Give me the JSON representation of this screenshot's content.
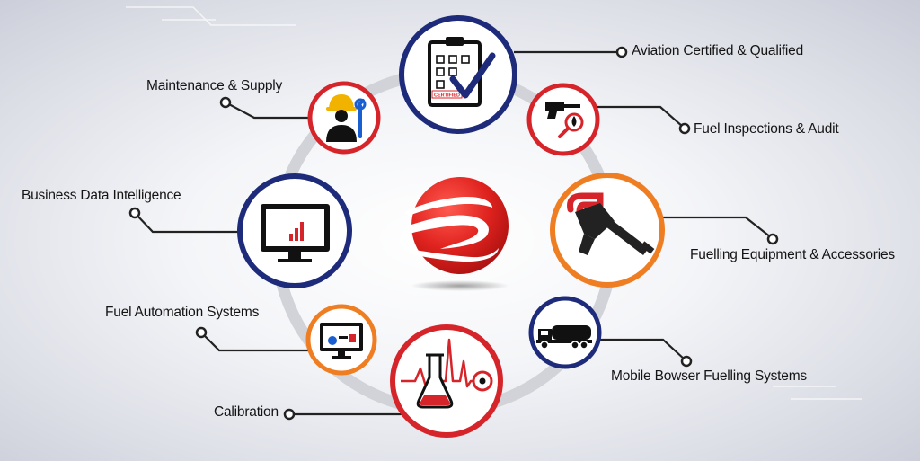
{
  "diagram": {
    "labels": {
      "aviation": "Aviation Certified & Qualified",
      "maintenance": "Maintenance & Supply",
      "inspections": "Fuel Inspections & Audit",
      "business": "Business Data Intelligence",
      "equipment": "Fuelling Equipment & Accessories",
      "automation": "Fuel Automation Systems",
      "bowser": "Mobile Bowser Fuelling Systems",
      "calibration": "Calibration"
    },
    "certified_text": "CERTIFIED",
    "colors": {
      "navy": "#1d2b7a",
      "red": "#d6252a",
      "orange": "#ef7d22",
      "ring": "#d2d3d8",
      "connector": "#222222"
    },
    "icons": {
      "center": "logo-s",
      "aviation": "clipboard-check-icon",
      "maintenance": "worker-wrench-icon",
      "inspections": "fuel-nozzle-drop-icon",
      "business": "monitor-bar-chart-icon",
      "equipment": "fuel-nozzle-icon",
      "automation": "monitor-fuel-icon",
      "bowser": "tanker-truck-icon",
      "calibration": "flask-graph-icon"
    }
  }
}
